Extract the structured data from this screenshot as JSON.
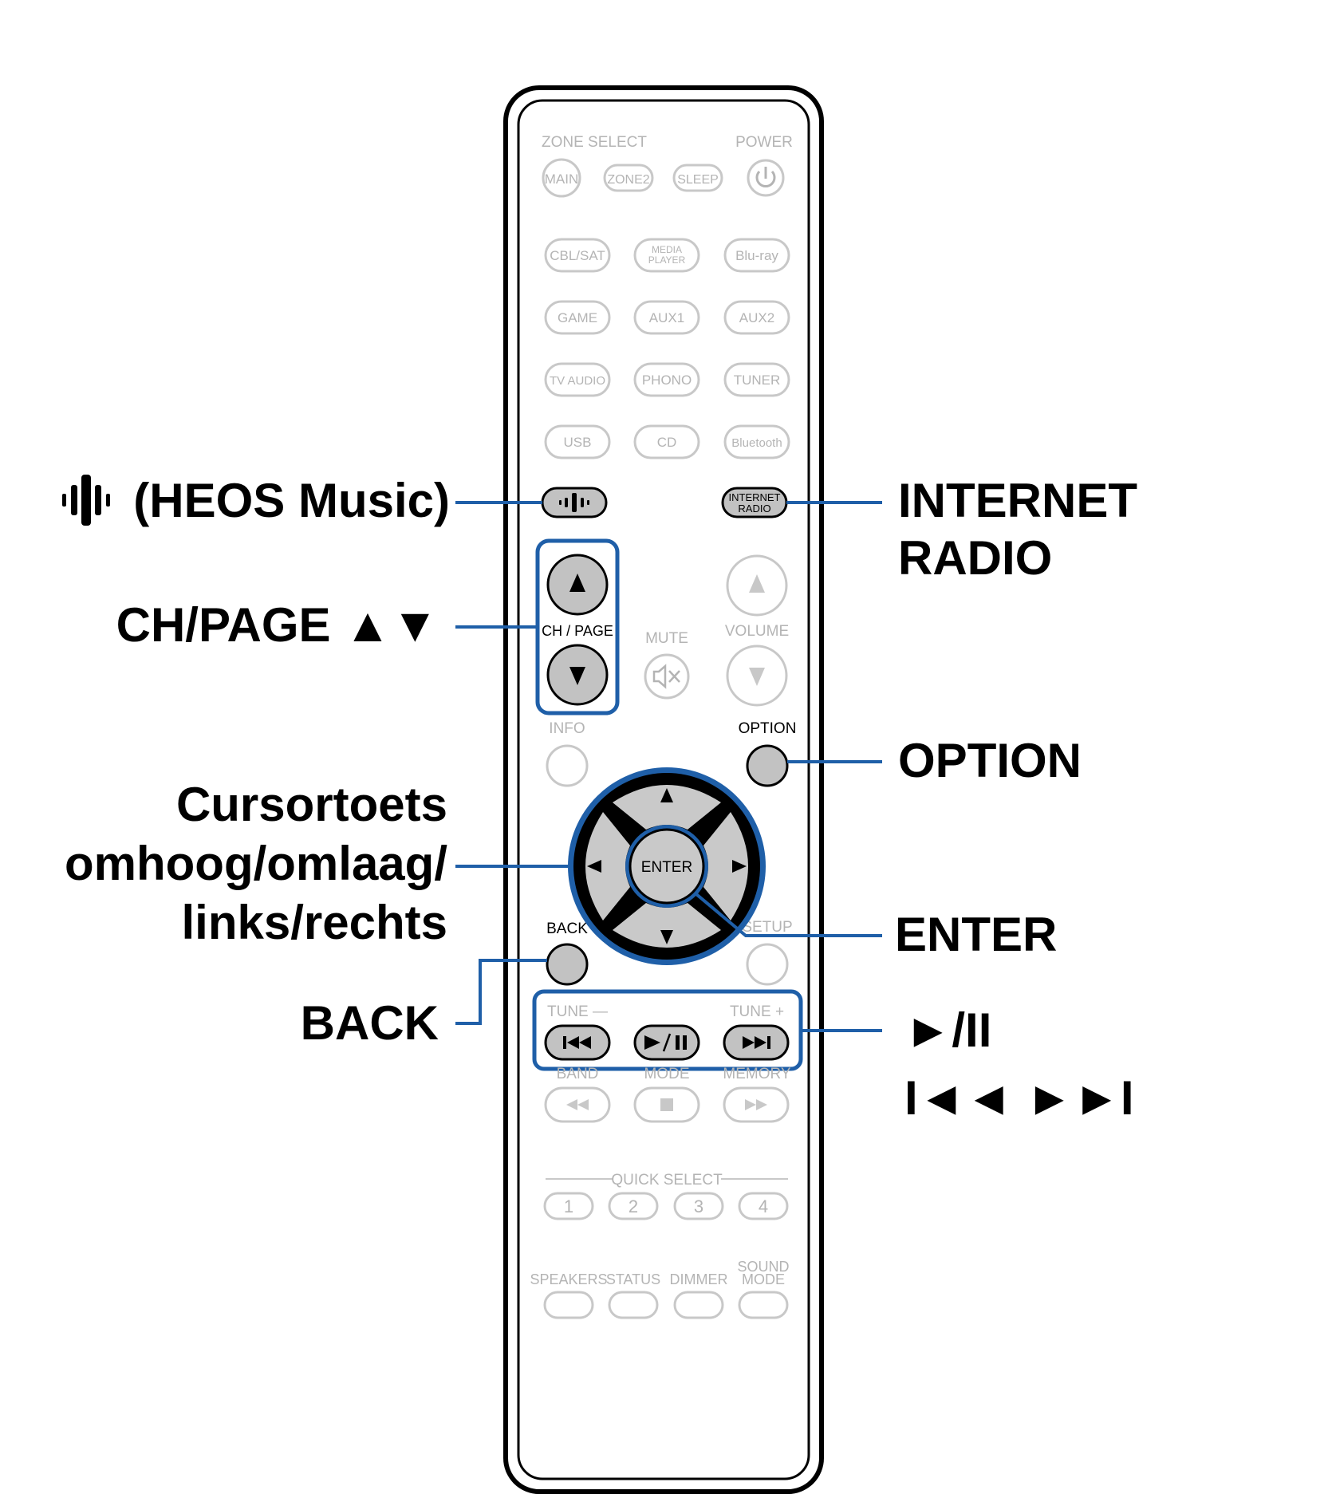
{
  "remote": {
    "zone_select_label": "ZONE SELECT",
    "power_label": "POWER",
    "zone_buttons": [
      "MAIN",
      "ZONE2",
      "SLEEP"
    ],
    "source_rows": [
      [
        "CBL/SAT",
        "MEDIA|PLAYER",
        "Blu-ray"
      ],
      [
        "GAME",
        "AUX1",
        "AUX2"
      ],
      [
        "TV AUDIO",
        "PHONO",
        "TUNER"
      ],
      [
        "USB",
        "CD",
        "Bluetooth"
      ]
    ],
    "internet_radio_button": "INTERNET|RADIO",
    "ch_page_label": "CH / PAGE",
    "mute_label": "MUTE",
    "volume_label": "VOLUME",
    "info_label": "INFO",
    "option_label": "OPTION",
    "enter_label": "ENTER",
    "back_label": "BACK",
    "setup_label": "SETUP",
    "tune_minus_label": "TUNE —",
    "tune_plus_label": "TUNE +",
    "band_label": "BAND",
    "mode_label": "MODE",
    "memory_label": "MEMORY",
    "quick_select_label": "QUICK SELECT",
    "quick_select_buttons": [
      "1",
      "2",
      "3",
      "4"
    ],
    "bottom_labels": [
      "SPEAKERS",
      "STATUS",
      "DIMMER",
      "SOUND|MODE"
    ]
  },
  "callouts": {
    "heos": "(HEOS Music)",
    "ch_page": "CH/PAGE ▲▼",
    "cursor": [
      "Cursortoets",
      "omhoog/omlaag/",
      "links/rechts"
    ],
    "back": "BACK",
    "internet_radio": [
      "INTERNET",
      "RADIO"
    ],
    "option": "OPTION",
    "enter": "ENTER",
    "play_pause": "►/II",
    "skip": "I◄◄ ►►I"
  },
  "colors": {
    "highlight": "#1f5fa8",
    "inactive_outline": "#c8c8c8",
    "inactive_text": "#b4b4b4",
    "active_fill": "#c2c2c2",
    "pad_fill": "#c9c9c9",
    "text": "#000000"
  }
}
